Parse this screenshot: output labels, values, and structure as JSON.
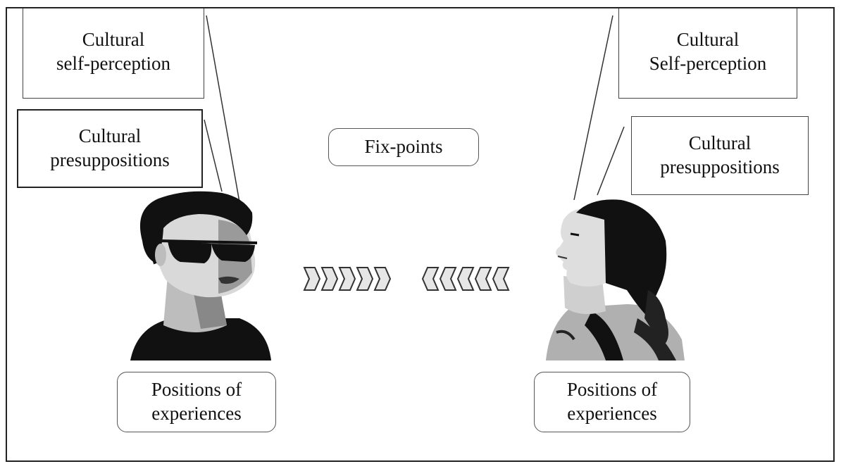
{
  "left": {
    "self_perception": {
      "line1": "Cultural",
      "line2": "self-perception"
    },
    "presuppositions": {
      "line1": "Cultural",
      "line2": "presuppositions"
    },
    "positions": {
      "line1": "Positions of",
      "line2": "experiences"
    }
  },
  "center": {
    "fix_points": "Fix-points"
  },
  "right": {
    "self_perception": {
      "line1": "Cultural",
      "line2": "Self-perception"
    },
    "presuppositions": {
      "line1": "Cultural",
      "line2": "presuppositions"
    },
    "positions": {
      "line1": "Positions of",
      "line2": "experiences"
    }
  },
  "icons": {
    "left_person": "man-with-sunglasses-icon",
    "right_person": "woman-profile-icon",
    "left_arrows": "chevrons-right-icon",
    "right_arrows": "chevrons-left-icon"
  }
}
